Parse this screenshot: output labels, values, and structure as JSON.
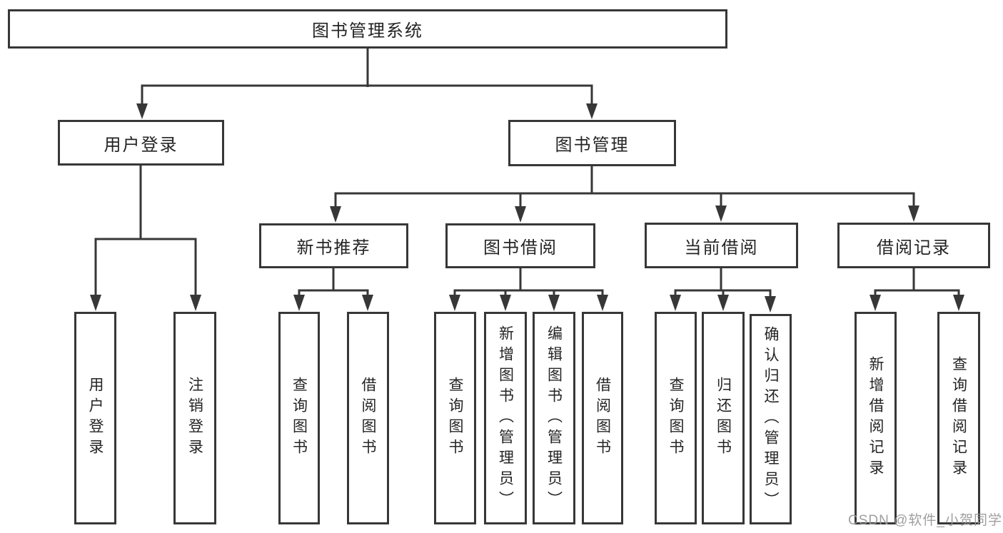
{
  "diagram": {
    "root": {
      "label": "图书管理系统"
    },
    "level2": [
      {
        "label": "用户登录"
      },
      {
        "label": "图书管理"
      }
    ],
    "level3": [
      {
        "label": "新书推荐"
      },
      {
        "label": "图书借阅"
      },
      {
        "label": "当前借阅"
      },
      {
        "label": "借阅记录"
      }
    ],
    "leaves": [
      {
        "label": "用户登录"
      },
      {
        "label": "注销登录"
      },
      {
        "label": "查询图书"
      },
      {
        "label": "借阅图书"
      },
      {
        "label": "查询图书"
      },
      {
        "label": "新增图书（管理员）"
      },
      {
        "label": "编辑图书（管理员）"
      },
      {
        "label": "借阅图书"
      },
      {
        "label": "查询图书"
      },
      {
        "label": "归还图书"
      },
      {
        "label": "确认归还（管理员）"
      },
      {
        "label": "新增借阅记录"
      },
      {
        "label": "查询借阅记录"
      }
    ]
  },
  "watermark": {
    "text": "CSDN @软件_小贺同学"
  },
  "colors": {
    "line": "#373737",
    "text": "#242424",
    "watermark": "#979797",
    "background": "#ffffff"
  }
}
